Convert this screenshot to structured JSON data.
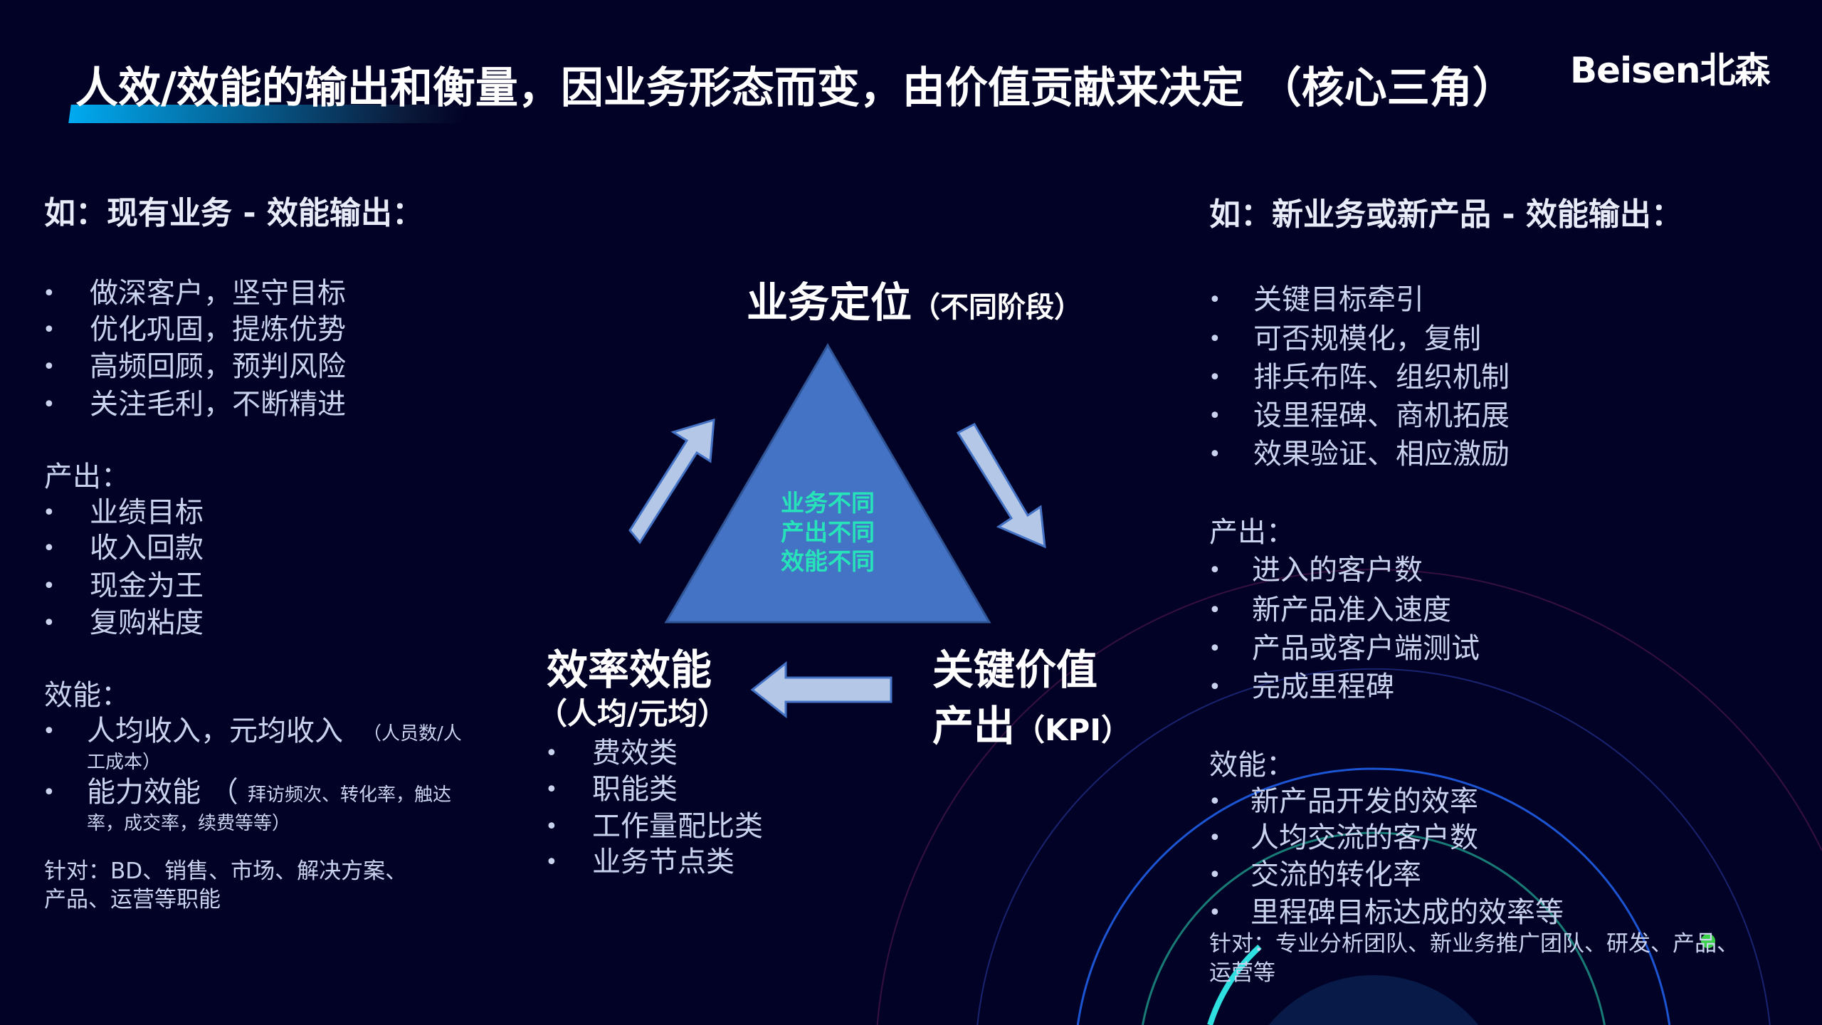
{
  "title": "人效/效能的输出和衡量，因业务形态而变，由价值贡献来决定 （核心三角）",
  "logo": "Beisen北森",
  "left": {
    "heading": "如：现有业务 - 效能输出：",
    "items": [
      "做深客户，坚守目标",
      "优化巩固，提炼优势",
      "高频回顾，预判风险",
      "关注毛利，不断精进"
    ],
    "output_label": "产出：",
    "outputs": [
      "业绩目标",
      "收入回款",
      "现金为王",
      "复购粘度"
    ],
    "efficiency_label": "效能：",
    "eff1_main": "人均收入，元均收入",
    "eff1_sub1": "（人员数/人",
    "eff1_sub2": "工成本）",
    "eff2_main": "能力效能 （",
    "eff2_sub1": "拜访频次、转化率，触达",
    "eff2_sub2": "率，成交率，续费等等）",
    "target1": "针对：BD、销售、市场、解决方案、",
    "target2": "产品、运营等职能"
  },
  "center": {
    "top_label": "业务定位",
    "top_sub": "（不同阶段）",
    "triangle_lines": [
      "业务不同",
      "产出不同",
      "效能不同"
    ],
    "left_label": "效率效能",
    "left_sub": "（人均/元均）",
    "left_items": [
      "费效类",
      "职能类",
      "工作量配比类",
      "业务节点类"
    ],
    "right_label1": "关键价值",
    "right_label2": "产出",
    "right_sub": "（KPI）",
    "colors": {
      "triangle": "#4472c4",
      "arrow": "#b4c7e7",
      "triangle_text": "#27e3b9"
    }
  },
  "right": {
    "heading": "如：新业务或新产品 - 效能输出：",
    "items": [
      "关键目标牵引",
      "可否规模化，复制",
      "排兵布阵、组织机制",
      "设里程碑、商机拓展",
      "效果验证、相应激励"
    ],
    "output_label": "产出：",
    "outputs": [
      "进入的客户数",
      "新产品准入速度",
      "产品或客户端测试",
      "完成里程碑"
    ],
    "efficiency_label": "效能：",
    "efficiencies": [
      "新产品开发的效率",
      "人均交流的客户数",
      "交流的转化率",
      "里程碑目标达成的效率等"
    ],
    "target1": "针对：专业分析团队、新业务推广团队、研发、产品、",
    "target2": "运营等"
  },
  "bullet": "•"
}
